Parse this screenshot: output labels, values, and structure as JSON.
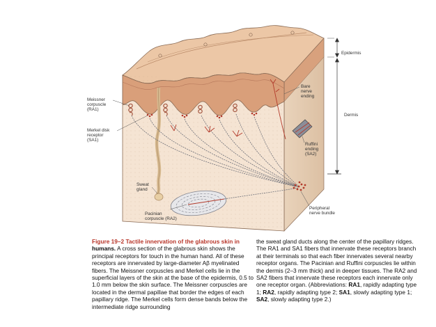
{
  "labels": {
    "epidermis": "Epidermis",
    "dermis": "Dermis",
    "meissner": "Meissner\ncorpuscle\n(RA1)",
    "merkel": "Merkel disk\nreceptor\n(SA1)",
    "bare_nerve": "Bare\nnerve\nending",
    "ruffini": "Ruffini\nending\n(SA2)",
    "sweat_gland": "Sweat\ngland",
    "pacinian": "Pacinian\ncorpuscle (RA2)",
    "peripheral": "Peripheral\nnerve bundle"
  },
  "caption": {
    "figure_number": "Figure 19–2",
    "title_red": "Tactile innervation of the glabrous skin in",
    "title_black": "humans.",
    "left_text": " A cross section of the glabrous skin shows the principal receptors for touch in the human hand. All of these receptors are innervated by large-diameter Aβ myelinated fibers. The Meissner corpuscles and Merkel cells lie in the superficial layers of the skin at the base of the epidermis, 0.5 to 1.0 mm below the skin surface. The Meissner corpuscles are located in the dermal papillae that border the edges of each papillary ridge. The Merkel cells form dense bands below the intermediate ridge surrounding",
    "right_text": "the sweat gland ducts along the center of the papillary ridges. The RA1 and SA1 fibers that innervate these receptors branch at their terminals so that each fiber innervates several nearby receptor organs. The Pacinian and Ruffini corpuscles lie within the dermis (2–3 mm thick) and in deeper tissues. The RA2 and SA2 fibers that innervate these receptors each innervate only one receptor organ. (Abbreviations: ",
    "abbrev": [
      {
        "code": "RA1",
        "desc": ", rapidly adapting type 1; "
      },
      {
        "code": "RA2",
        "desc": ", rapidly adapting type 2; "
      },
      {
        "code": "SA1",
        "desc": ", slowly adapting type 1; "
      },
      {
        "code": "SA2",
        "desc": ", slowly adapting type 2.)"
      }
    ]
  },
  "colors": {
    "skin_surface": "#e9c09f",
    "epidermis": "#d9a07c",
    "dermis": "#f3e1cf",
    "block_side": "#e5cdb4",
    "nerve_red": "#b33a2a",
    "nerve_fiber": "#6d6f78",
    "title_red": "#b8362a"
  }
}
